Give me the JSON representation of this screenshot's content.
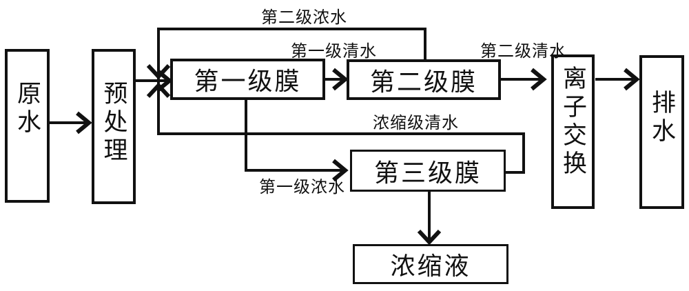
{
  "figure": {
    "background": "#ffffff",
    "line_color": "#111111",
    "nodes": {
      "raw_water": "原水",
      "pretreatment": "预处理",
      "stage1_membrane": "第一级膜",
      "stage2_membrane": "第二级膜",
      "stage3_membrane": "第三级膜",
      "ion_exchange": "离子交换",
      "drain_water": "排水",
      "concentrate": "浓缩液"
    },
    "edge_labels": {
      "stage2_conc_water": "第二级浓水",
      "stage1_clean_water": "第一级清水",
      "stage2_clean_water": "第二级清水",
      "conc_stage_clean_water": "浓缩级清水",
      "stage1_conc_water": "第一级浓水"
    }
  }
}
